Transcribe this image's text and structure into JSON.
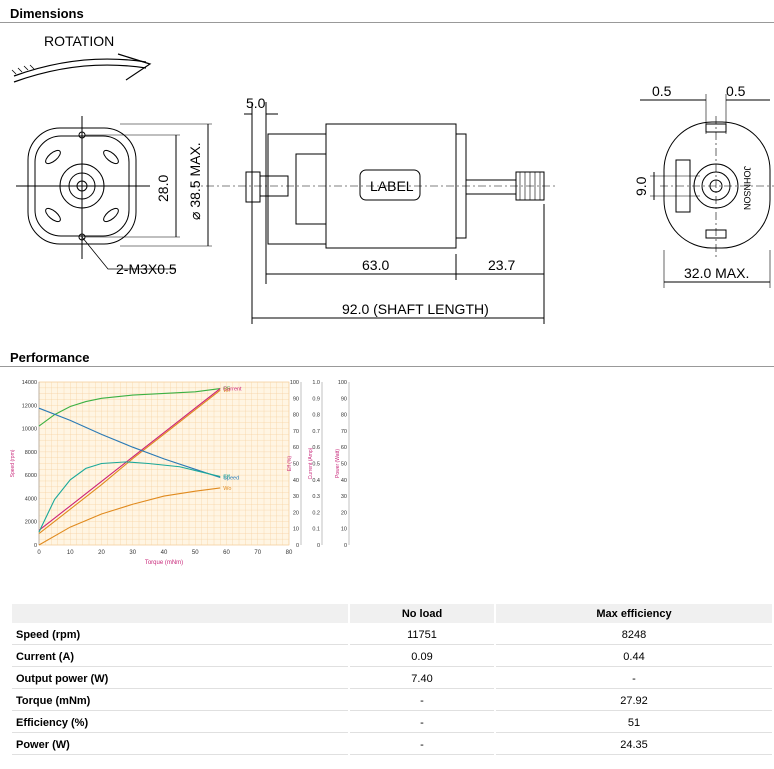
{
  "sections": {
    "dimensions": "Dimensions",
    "performance": "Performance"
  },
  "drawing": {
    "rotation": "ROTATION",
    "d_28": "28.0",
    "d_38": "⌀ 38.5 MAX.",
    "d_m3": "2-M3X0.5",
    "d_5": "5.0",
    "label": "LABEL",
    "d_63": "63.0",
    "d_23": "23.7",
    "d_92": "92.0 (SHAFT LENGTH)",
    "d_05a": "0.5",
    "d_05b": "0.5",
    "d_9": "9.0",
    "d_32": "32.0 MAX.",
    "brand": "JOHNSON"
  },
  "chart_data": {
    "type": "line",
    "xlabel": "Torque (mNm)",
    "x_ticks": [
      0,
      10,
      20,
      30,
      40,
      50,
      60,
      70,
      80
    ],
    "xlim": [
      0,
      80
    ],
    "axes": [
      {
        "label": "Speed (rpm)",
        "ticks": [
          0,
          2000,
          4000,
          6000,
          8000,
          10000,
          12000,
          14000
        ],
        "lim": [
          0,
          14000
        ]
      },
      {
        "label": "Eff (%)",
        "ticks": [
          0,
          10,
          20,
          30,
          40,
          50,
          60,
          70,
          80,
          90,
          100
        ],
        "lim": [
          0,
          100
        ]
      },
      {
        "label": "Current (Amp)",
        "ticks": [
          "0",
          "0.1",
          "0.2",
          "0.3",
          "0.4",
          "0.5",
          "0.6",
          "0.7",
          "0.8",
          "0.9",
          "1.0"
        ],
        "lim": [
          0,
          1
        ]
      },
      {
        "label": "Power (Watt)",
        "ticks": [
          0,
          10,
          20,
          30,
          40,
          50,
          60,
          70,
          80,
          90,
          100
        ],
        "lim": [
          0,
          100
        ]
      }
    ],
    "series": [
      {
        "name": "PF",
        "color": "#3cb043",
        "axis": 1,
        "x": [
          0,
          5,
          10,
          15,
          20,
          25,
          30,
          40,
          50,
          58
        ],
        "y": [
          73,
          80,
          85,
          88,
          90,
          91,
          92,
          93,
          94,
          96
        ]
      },
      {
        "name": "Wi",
        "color": "#e08a1e",
        "axis": 3,
        "x": [
          0,
          10,
          20,
          30,
          40,
          50,
          58
        ],
        "y": [
          7,
          22,
          37,
          53,
          68,
          83,
          95
        ]
      },
      {
        "name": "Current",
        "color": "#cc2277",
        "axis": 2,
        "x": [
          0,
          10,
          20,
          30,
          40,
          50,
          58
        ],
        "y": [
          0.09,
          0.24,
          0.39,
          0.54,
          0.69,
          0.84,
          0.96
        ]
      },
      {
        "name": "Speed",
        "color": "#2a7ab5",
        "axis": 0,
        "x": [
          0,
          10,
          20,
          30,
          40,
          50,
          58
        ],
        "y": [
          11751,
          10700,
          9500,
          8400,
          7400,
          6500,
          5800
        ]
      },
      {
        "name": "Eff",
        "color": "#1aa89a",
        "axis": 1,
        "x": [
          0,
          5,
          10,
          15,
          20,
          28,
          35,
          45,
          58
        ],
        "y": [
          8,
          28,
          40,
          47,
          50,
          51,
          50,
          48,
          42
        ]
      },
      {
        "name": "Wo",
        "color": "#e08a1e",
        "axis": 3,
        "x": [
          0,
          10,
          20,
          30,
          40,
          50,
          58
        ],
        "y": [
          0,
          11,
          19,
          25,
          30,
          33,
          35
        ]
      }
    ]
  },
  "table": {
    "headers": [
      "",
      "No load",
      "Max efficiency"
    ],
    "rows": [
      [
        "Speed (rpm)",
        "11751",
        "8248"
      ],
      [
        "Current (A)",
        "0.09",
        "0.44"
      ],
      [
        "Output power (W)",
        "7.40",
        "-"
      ],
      [
        "Torque (mNm)",
        "-",
        "27.92"
      ],
      [
        "Efficiency (%)",
        "-",
        "51"
      ],
      [
        "Power (W)",
        "-",
        "24.35"
      ]
    ]
  }
}
